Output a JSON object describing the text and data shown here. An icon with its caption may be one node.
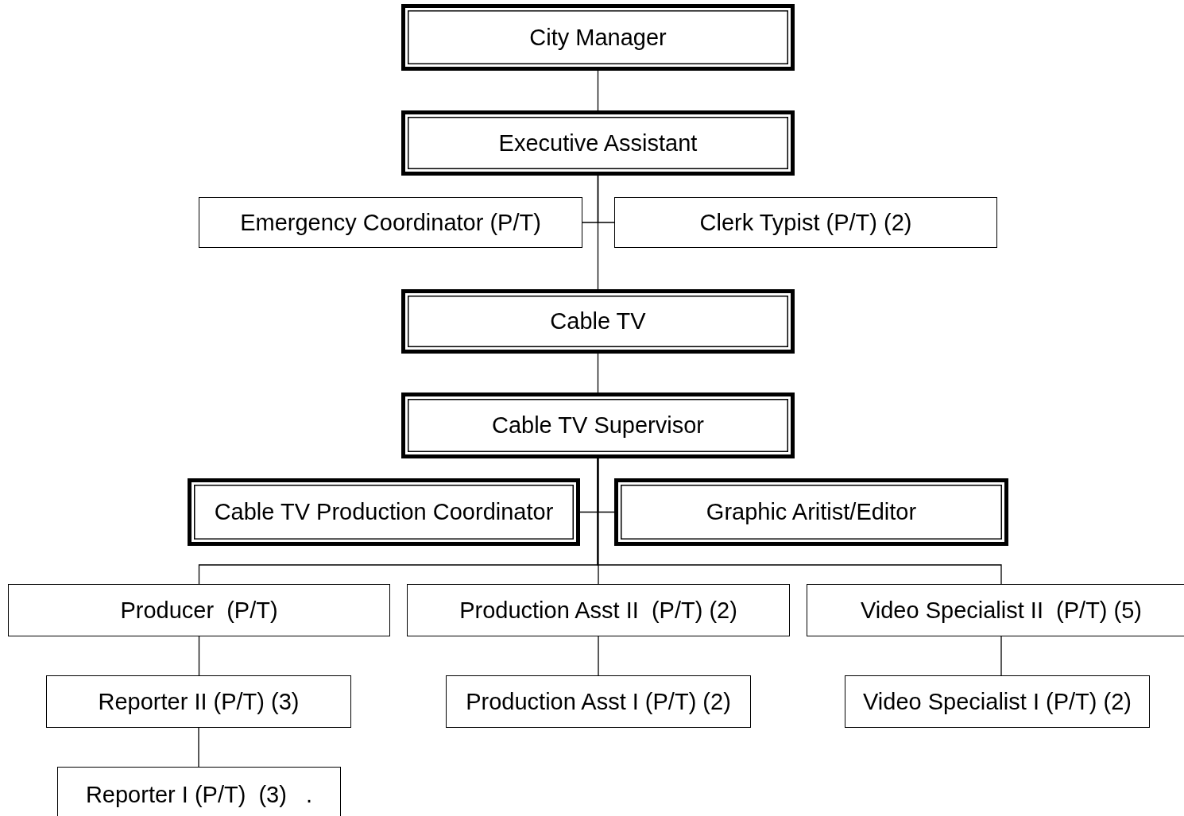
{
  "diagram": {
    "nodes": [
      {
        "text": [
          "City Manager"
        ]
      },
      {
        "text": [
          "Executive Assistant"
        ]
      },
      {
        "text": [
          "Emergency Coordinator (P/T)"
        ]
      },
      {
        "text": [
          "Clerk Typist (P/T) (2)"
        ]
      },
      {
        "text": [
          "Cable TV"
        ]
      },
      {
        "text": [
          "Cable TV Supervisor"
        ]
      },
      {
        "text": [
          "Cable TV Production Coordinator"
        ]
      },
      {
        "text": [
          "Graphic Aritist/Editor"
        ]
      },
      {
        "text": [
          "Producer  (P/T)"
        ]
      },
      {
        "text": [
          "Production Asst II  (P/T) (2)"
        ]
      },
      {
        "text": [
          "Video Specialist II  (P/T) (5)"
        ]
      },
      {
        "text": [
          "Reporter II (P/T) (3)"
        ]
      },
      {
        "text": [
          "Production Asst I (P/T) (2)"
        ]
      },
      {
        "text": [
          "Video Specialist I (P/T) (2)"
        ]
      },
      {
        "text": [
          "Reporter I (P/T)  (3)   ."
        ]
      }
    ],
    "edges": [
      {
        "from": 0,
        "to": 1,
        "arrow": "none"
      },
      {
        "from": 1,
        "to": 2,
        "arrow": "none"
      },
      {
        "from": 1,
        "to": 3,
        "arrow": "none"
      },
      {
        "from": 1,
        "to": 4,
        "arrow": "none"
      },
      {
        "from": 4,
        "to": 5,
        "arrow": "none"
      },
      {
        "from": 5,
        "to": 6,
        "arrow": "none"
      },
      {
        "from": 5,
        "to": 7,
        "arrow": "none"
      },
      {
        "from": 5,
        "to": 8,
        "arrow": "none"
      },
      {
        "from": 5,
        "to": 9,
        "arrow": "none"
      },
      {
        "from": 5,
        "to": 10,
        "arrow": "none"
      },
      {
        "from": 8,
        "to": 11,
        "arrow": "none"
      },
      {
        "from": 11,
        "to": 14,
        "arrow": "none"
      },
      {
        "from": 9,
        "to": 12,
        "arrow": "none"
      },
      {
        "from": 10,
        "to": 13,
        "arrow": "none"
      }
    ]
  }
}
